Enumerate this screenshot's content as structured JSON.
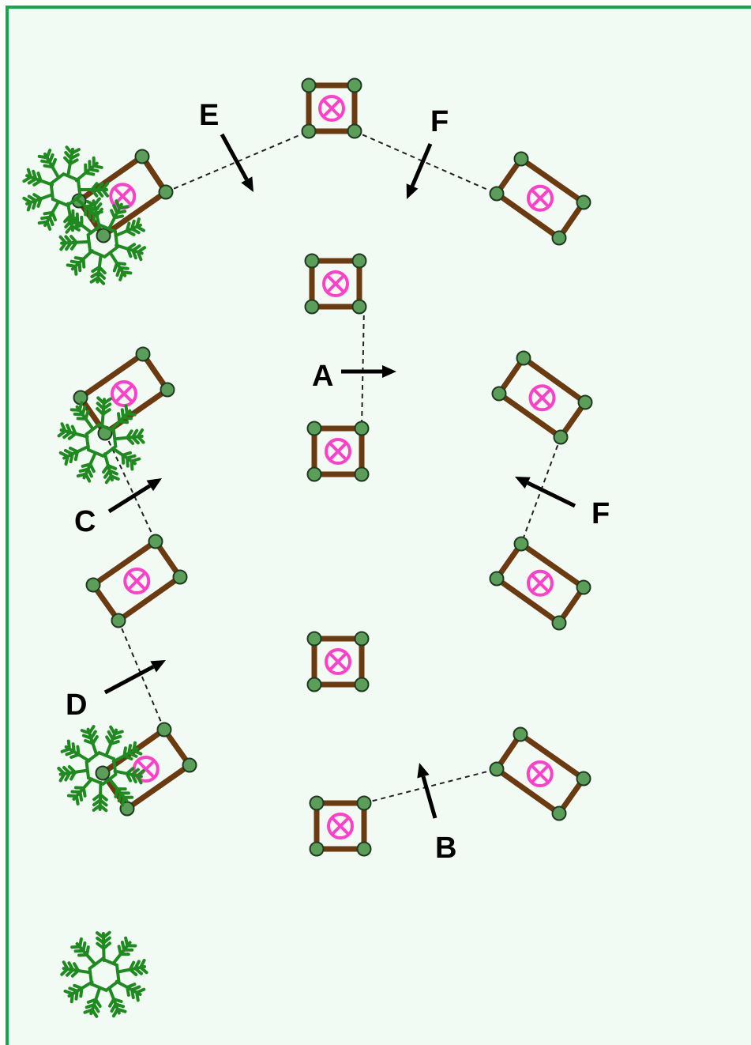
{
  "diagram": {
    "colors": {
      "background": "#f2faf4",
      "border": "#12a84c",
      "frame": "#6b3a10",
      "post": "#5a9e5a",
      "target_mark": "#ff3fc8",
      "tree": "#1f8a1f"
    },
    "labels": {
      "e": "E",
      "f_top": "F",
      "a": "A",
      "c": "C",
      "f_right": "F",
      "d": "D",
      "b": "B"
    },
    "icons": {
      "frame": "square-frame-icon",
      "post": "corner-post-icon",
      "target": "circled-times-icon",
      "tree": "shrub-icon",
      "arrow": "direction-arrow-icon"
    }
  }
}
